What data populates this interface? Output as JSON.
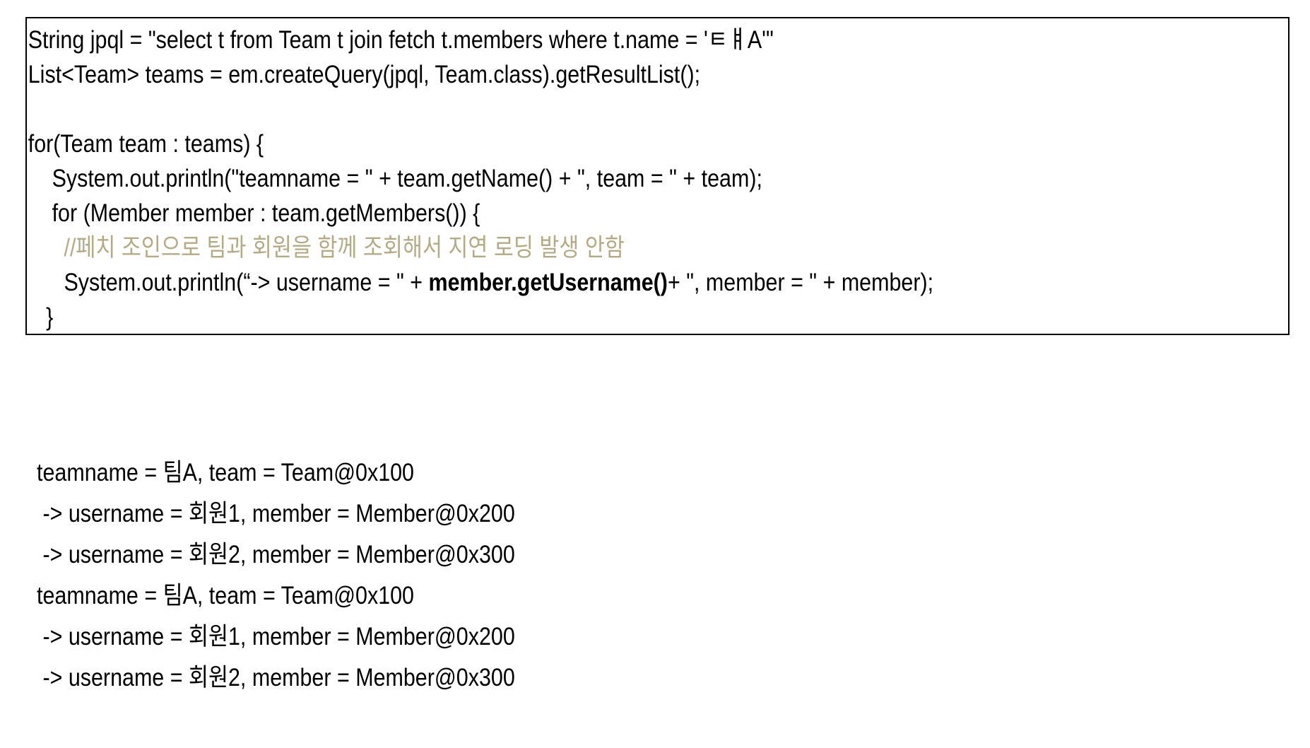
{
  "slide": {
    "code_block": {
      "name": "jpa-fetch-join-code",
      "border_color": "#000000",
      "comment_color": "#b3aa86",
      "text_color": "#000000",
      "lines": [
        {
          "id": "line-1",
          "segments": [
            {
              "text": "String jpql = \"select t from Team t join fetch t.members where t.name = 'ㅌㅒA'\"",
              "style": "plain"
            }
          ]
        },
        {
          "id": "line-2",
          "segments": [
            {
              "text": "List<Team> teams = em.createQuery(jpql, Team.class).getResultList();",
              "style": "plain"
            }
          ]
        },
        {
          "id": "line-3",
          "segments": [
            {
              "text": "",
              "style": "plain"
            }
          ]
        },
        {
          "id": "line-4",
          "segments": [
            {
              "text": "for(Team team : teams) {",
              "style": "plain"
            }
          ]
        },
        {
          "id": "line-5",
          "segments": [
            {
              "text": "    System.out.println(\"teamname = \" + team.getName() + \", team = \" + team);",
              "style": "plain"
            }
          ]
        },
        {
          "id": "line-6",
          "segments": [
            {
              "text": "    for (Member member : team.getMembers()) {",
              "style": "plain"
            }
          ]
        },
        {
          "id": "line-7",
          "segments": [
            {
              "text": "      //페치 조인으로 팀과 회원을 함께 조회해서 지연 로딩 발생 안함",
              "style": "comment"
            }
          ]
        },
        {
          "id": "line-8",
          "segments": [
            {
              "text": "      System.out.println(“-> username = \" + ",
              "style": "plain"
            },
            {
              "text": "member.getUsername()",
              "style": "bold"
            },
            {
              "text": "+ \", member = \" + member);",
              "style": "plain"
            }
          ]
        },
        {
          "id": "line-9",
          "segments": [
            {
              "text": "   }",
              "style": "plain"
            }
          ]
        },
        {
          "id": "line-10",
          "segments": [
            {
              "text": "}",
              "style": "plain"
            }
          ]
        }
      ]
    },
    "console_output": {
      "name": "program-output",
      "lines": [
        "teamname = 팀A, team = Team@0x100",
        " -> username = 회원1, member = Member@0x200",
        " -> username = 회원2, member = Member@0x300",
        "teamname = 팀A, team = Team@0x100",
        " -> username = 회원1, member = Member@0x200",
        " -> username = 회원2, member = Member@0x300"
      ]
    }
  }
}
